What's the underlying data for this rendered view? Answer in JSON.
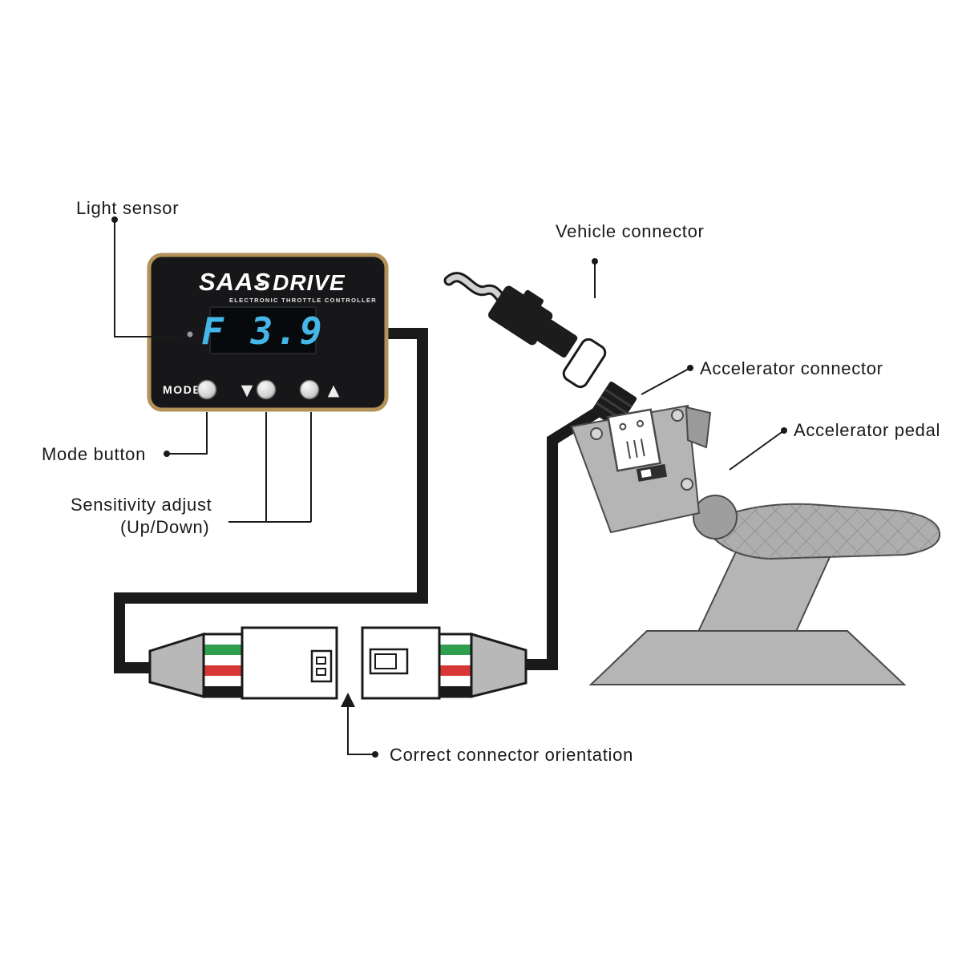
{
  "device": {
    "brand": "SAAS",
    "brand_suffix": "- DRIVE",
    "subtitle": "ELECTRONIC THROTTLE CONTROLLER",
    "display_value": "F 3.9",
    "mode_label": "MODE"
  },
  "icons": {
    "down_arrow": "▼",
    "up_arrow": "▲"
  },
  "labels": {
    "light_sensor": "Light sensor",
    "vehicle_connector": "Vehicle connector",
    "accelerator_connector": "Accelerator connector",
    "accelerator_pedal": "Accelerator pedal",
    "mode_button": "Mode button",
    "sensitivity_line1": "Sensitivity adjust",
    "sensitivity_line2": "(Up/Down)",
    "connector_orientation": "Correct connector orientation"
  },
  "colors": {
    "display_blue": "#45b6e8",
    "device_border_gold": "#b3925a",
    "wire_green": "#2f9e4e",
    "wire_red": "#d93636",
    "wire_black": "#1a1a1a",
    "metal_gray": "#b5b5b5",
    "line_black": "#1a1a1a"
  }
}
